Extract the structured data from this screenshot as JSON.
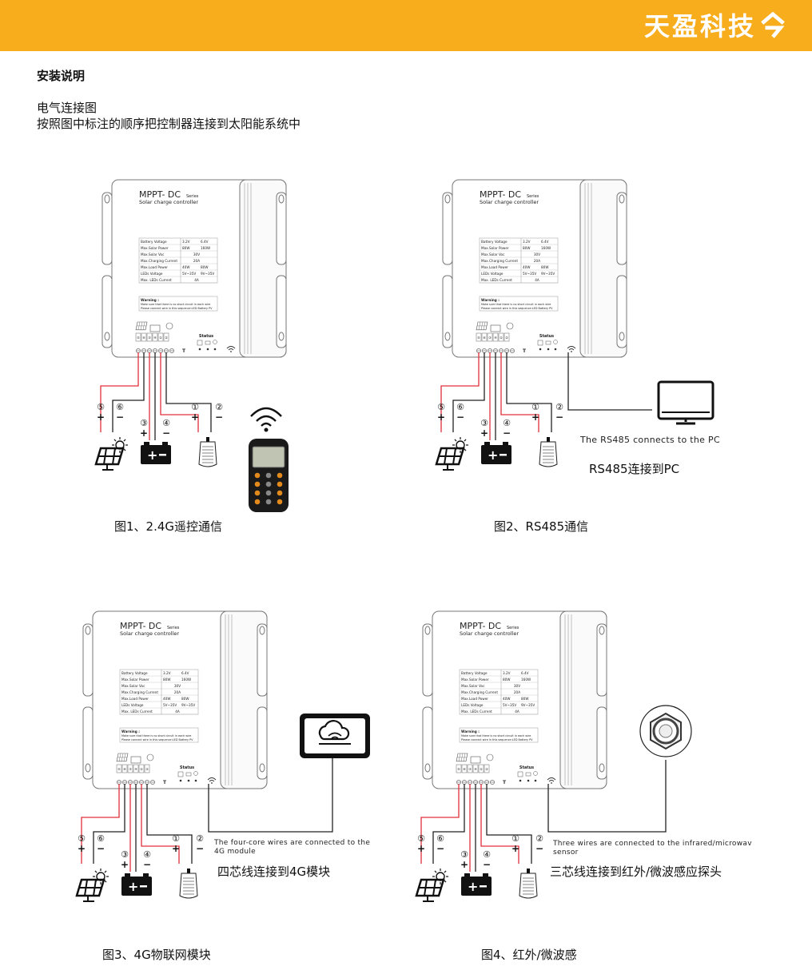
{
  "header": {
    "brand": "天盈科技",
    "logo_icon": "brand-logo-icon"
  },
  "section_title": "安装说明",
  "intro": {
    "line1": "电气连接图",
    "line2": "按照图中标注的顺序把控制器连接到太阳能系统中"
  },
  "controller": {
    "model": "MPPT- DC",
    "series": "Series",
    "subtitle": "Solar charge controller",
    "specs": [
      [
        "Battery Voltage",
        "3.2V",
        "6.4V"
      ],
      [
        "Max.Solar Power",
        "80W",
        "160W"
      ],
      [
        "Max.Solar Voc",
        "30V",
        ""
      ],
      [
        "Max.Charging Current",
        "20A",
        ""
      ],
      [
        "Max.Load Power",
        "40W",
        "80W"
      ],
      [
        "LEDs Voltage",
        "5V~35V",
        "9V~35V"
      ],
      [
        "Max. LEDs Current",
        "4A",
        ""
      ]
    ],
    "warning_title": "Warning :",
    "warning_line1": "Make sure that there is no short circuit in each wire",
    "warning_line2": "Please connect wire in this sequence:LED Battery PV",
    "status_label": "Status",
    "terminal_numbers": [
      "①",
      "②",
      "③",
      "④",
      "⑤",
      "⑥"
    ],
    "plus": "+",
    "minus": "−"
  },
  "figures": [
    {
      "caption": "图1、2.4G遥控通信"
    },
    {
      "caption": "图2、RS485通信",
      "note_en": "The RS485 connects to the PC",
      "note_cn": "RS485连接到PC"
    },
    {
      "caption": "图3、4G物联网模块",
      "note_en_1": "The four-core wires are connected to the",
      "note_en_2": "4G module",
      "note_cn": "四芯线连接到4G模块"
    },
    {
      "caption": "图4、红外/微波感",
      "note_en_1": "Three wires are connected to the infrared/microwav",
      "note_en_2": "sensor",
      "note_cn": "三芯线连接到红外/微波感应探头"
    }
  ],
  "colors": {
    "header": "#f7ad1c",
    "wire_red": "#e0303a",
    "wire_black": "#222222"
  }
}
